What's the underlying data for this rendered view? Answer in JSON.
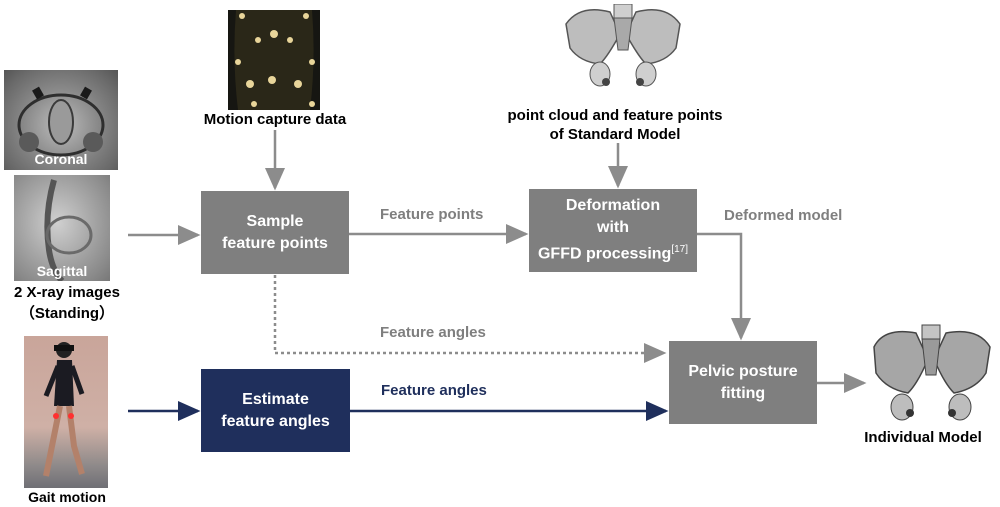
{
  "images": {
    "xray_coronal_label": "Coronal",
    "xray_sagittal_label": "Sagittal",
    "xray_caption_line1": "2 X-ray images",
    "xray_caption_line2": "（Standing）",
    "gait_label": "Gait motion",
    "mocap_caption": "Motion capture data",
    "standard_caption_line1": "point cloud and feature points",
    "standard_caption_line2": "of Standard Model",
    "individual_caption": "Individual Model"
  },
  "boxes": {
    "sample_line1": "Sample",
    "sample_line2": "feature points",
    "deform_line1": "Deformation",
    "deform_line2": "with",
    "deform_line3": "GFFD processing",
    "deform_ref": "[17]",
    "estimate_line1": "Estimate",
    "estimate_line2": "feature angles",
    "fitting_line1": "Pelvic posture",
    "fitting_line2": "fitting"
  },
  "edges": {
    "feature_points": "Feature points",
    "deformed_model": "Deformed model",
    "feature_angles_dotted": "Feature angles",
    "feature_angles_solid": "Feature angles"
  },
  "colors": {
    "box_gray": "#7f7f7f",
    "box_navy": "#1f2f5c",
    "arrow_gray": "#8c8c8c",
    "arrow_navy": "#1f2f5c"
  }
}
